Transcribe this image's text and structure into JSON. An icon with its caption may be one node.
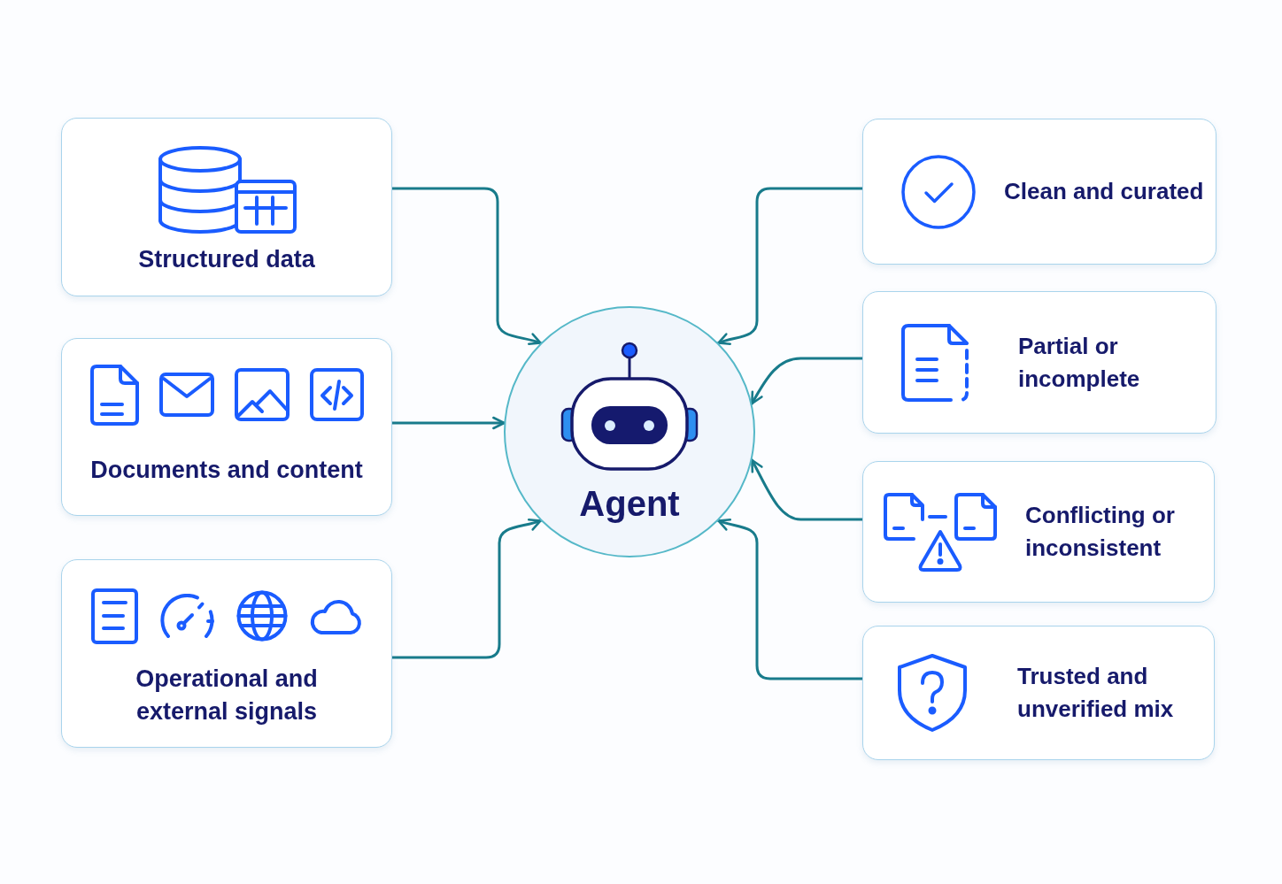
{
  "diagram": {
    "nodes": [
      {
        "text": [
          "Structured data"
        ]
      },
      {
        "text": [
          "Documents and content"
        ]
      },
      {
        "text": [
          "Operational and external signals"
        ]
      },
      {
        "text": [
          "Agent"
        ]
      },
      {
        "text": [
          "Clean and curated"
        ]
      },
      {
        "text": [
          "Partial or incomplete"
        ]
      },
      {
        "text": [
          "Conflicting or inconsistent"
        ]
      },
      {
        "text": [
          "Trusted and unverified mix"
        ]
      }
    ],
    "edges": [
      {
        "from": 0,
        "to": 3,
        "arrow": "to"
      },
      {
        "from": 1,
        "to": 3,
        "arrow": "to"
      },
      {
        "from": 2,
        "to": 3,
        "arrow": "to"
      },
      {
        "from": 4,
        "to": 3,
        "arrow": "to"
      },
      {
        "from": 5,
        "to": 3,
        "arrow": "to"
      },
      {
        "from": 6,
        "to": 3,
        "arrow": "to"
      },
      {
        "from": 7,
        "to": 3,
        "arrow": "to"
      }
    ]
  }
}
